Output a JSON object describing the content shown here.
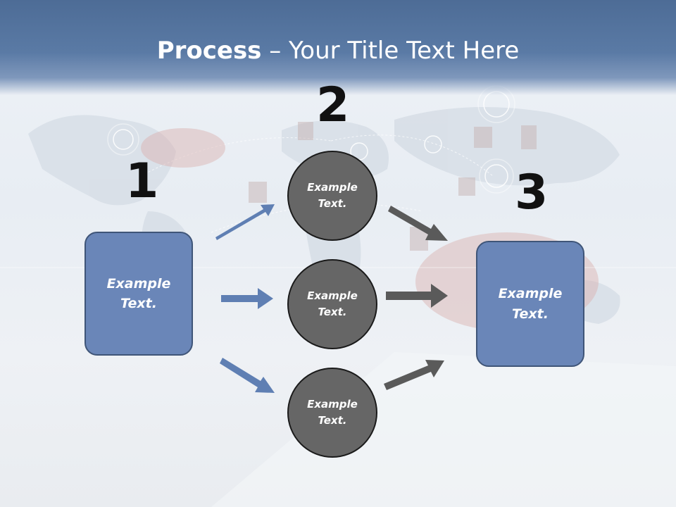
{
  "title": {
    "bold": "Process",
    "rest": " – Your Title Text Here"
  },
  "steps": [
    {
      "number": "1",
      "label": "Example\nText."
    },
    {
      "number": "2",
      "items": [
        {
          "label": "Example\nText."
        },
        {
          "label": "Example\nText."
        },
        {
          "label": "Example\nText."
        }
      ]
    },
    {
      "number": "3",
      "label": "Example\nText."
    }
  ],
  "colors": {
    "box": "#6a86b8",
    "circle": "#666666",
    "arrow_blue": "#5f7fb3",
    "arrow_gray": "#5a5a5a",
    "header": "#4d6c96"
  }
}
